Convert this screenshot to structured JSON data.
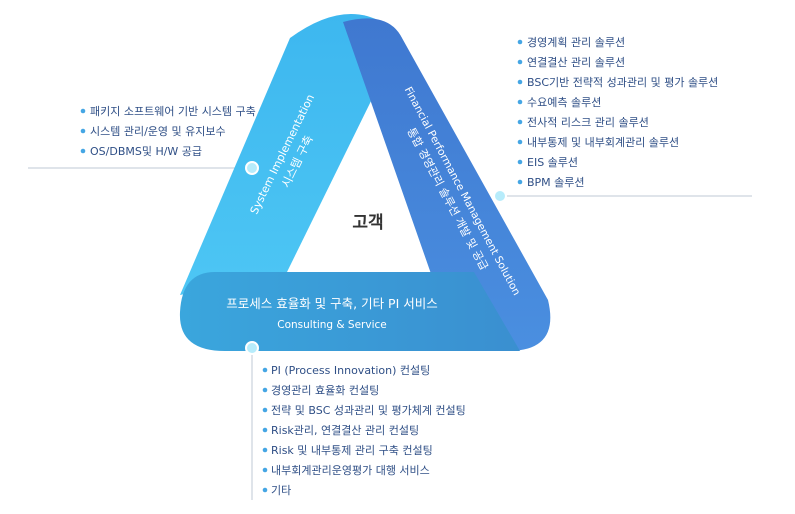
{
  "center_label": "고객",
  "left_arm": {
    "line1": "System Implementation",
    "line2": "시스템 구축",
    "bullets": [
      "패키지 소프트웨어 기반 시스템 구축",
      "시스템 관리/운영 및 유지보수",
      "OS/DBMS및 H/W 공급"
    ]
  },
  "right_arm": {
    "line1": "Financial Performance Management Solution",
    "line2": "통합 경영관리 솔루션 개발 및 공급",
    "bullets": [
      "경영계획 관리 솔루션",
      "연결결산 관리 솔루션",
      "BSC기반 전략적 성과관리 및 평가 솔루션",
      "수요예측 솔루션",
      "전사적 리스크 관리 솔루션",
      "내부통제 및 내부회계관리 솔루션",
      "EIS 솔루션",
      "BPM 솔루션"
    ]
  },
  "bottom_arm": {
    "line1": "프로세스 효율화 및 구축, 기타 PI 서비스",
    "line2": "Consulting & Service",
    "bullets": [
      "PI (Process Innovation) 컨설팅",
      "경영관리 효율화 컨설팅",
      "전략 및 BSC 성과관리 및 평가체계 컨설팅",
      "Risk관리, 연결결산 관리 컨설팅",
      "Risk 및 내부통제 관리 구축 컨설팅",
      "내부회계관리운영평가 대행 서비스",
      "기타"
    ]
  },
  "colors": {
    "left_bar": "#45bff1",
    "right_bar": "#3f82d6",
    "bottom_bar": "#3a9fd8",
    "text": "#2f4f86",
    "connector": "#bfc8d4"
  }
}
